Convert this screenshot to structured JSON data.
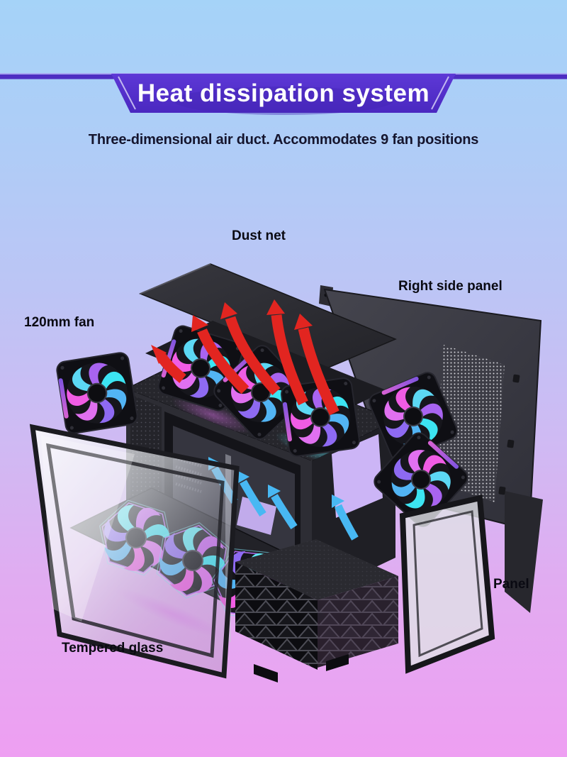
{
  "banner": {
    "title": "Heat dissipation system",
    "color": "#5431ca",
    "text_color": "#ffffff"
  },
  "subtitle": {
    "text": "Three-dimensional air duct. Accommodates 9 fan positions",
    "color": "#15152e"
  },
  "callouts": {
    "dust_net": {
      "text": "Dust net"
    },
    "right_side_panel": {
      "text": "Right side panel"
    },
    "fan_120mm": {
      "text": "120mm fan"
    },
    "panel": {
      "text": "Panel"
    },
    "tempered_glass": {
      "text": "Tempered glass"
    }
  },
  "colors": {
    "background_top": "#a5d3f8",
    "background_bottom": "#ee9ff2",
    "airflow_out_arrows": "#e22520",
    "airflow_in_arrows": "#48b8f3",
    "fan_rgb_cyan": "#3ce4f2",
    "fan_rgb_magenta": "#f05ce4",
    "case_black": "#26262c"
  }
}
